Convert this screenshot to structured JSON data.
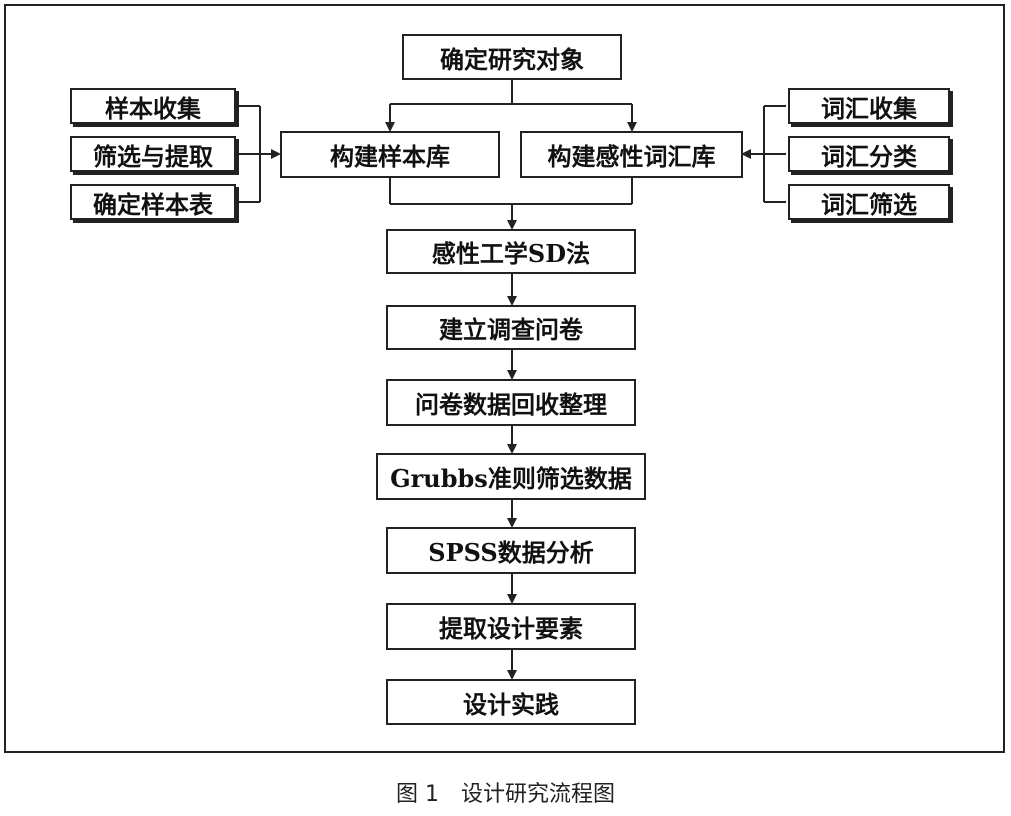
{
  "diagram": {
    "top": "确定研究对象",
    "left_branch": "构建样本库",
    "right_branch": "构建感性词汇库",
    "left_inputs": [
      "样本收集",
      "筛选与提取",
      "确定样本表"
    ],
    "right_inputs": [
      "词汇收集",
      "词汇分类",
      "词汇筛选"
    ],
    "steps": [
      "感性工学SD法",
      "建立调查问卷",
      "问卷数据回收整理",
      "Grubbs准则筛选数据",
      "SPSS数据分析",
      "提取设计要素",
      "设计实践"
    ]
  },
  "caption": "图 1　设计研究流程图"
}
